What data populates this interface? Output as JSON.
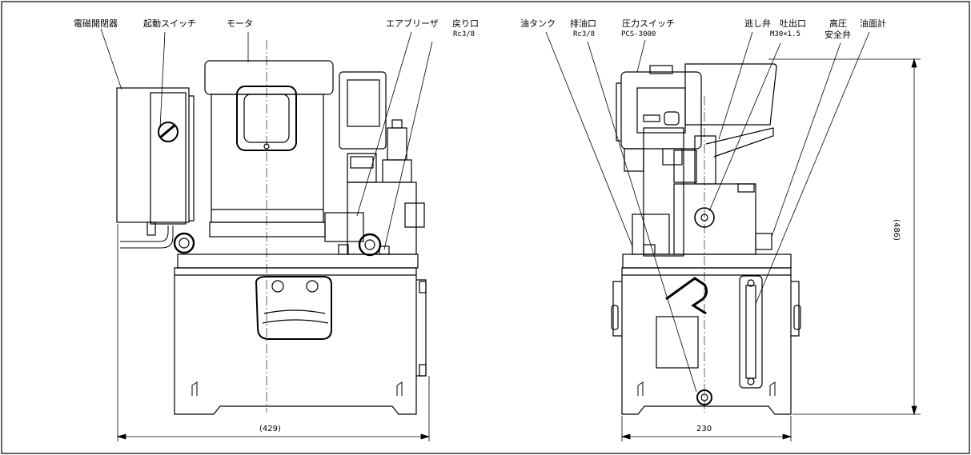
{
  "left_view": {
    "labels": [
      {
        "key": "magnetic_switch",
        "text": "電磁開閉器"
      },
      {
        "key": "start_switch",
        "text": "起動スイッチ"
      },
      {
        "key": "motor",
        "text": "モータ"
      },
      {
        "key": "air_breather",
        "text": "エアブリーザ"
      },
      {
        "key": "return_port",
        "text": "戻り口"
      }
    ],
    "return_port_size": "Rc3/8",
    "width_dimension": "(429)"
  },
  "right_view": {
    "labels": [
      {
        "key": "oil_tank",
        "text": "油タンク"
      },
      {
        "key": "drain_port",
        "text": "排油口"
      },
      {
        "key": "pressure_switch",
        "text": "圧力スイッチ"
      },
      {
        "key": "relief_valve",
        "text": "逃し弁"
      },
      {
        "key": "discharge_port",
        "text": "吐出口"
      },
      {
        "key": "high_pressure",
        "text": "高圧"
      },
      {
        "key": "safety_valve",
        "text": "安全弁"
      },
      {
        "key": "oil_gauge",
        "text": "油面計"
      }
    ],
    "drain_port_size": "Rc3/8",
    "pressure_switch_model": "PCS-3000",
    "discharge_port_size": "M30×1.5",
    "width_dimension": "230",
    "height_dimension": "(486)"
  }
}
